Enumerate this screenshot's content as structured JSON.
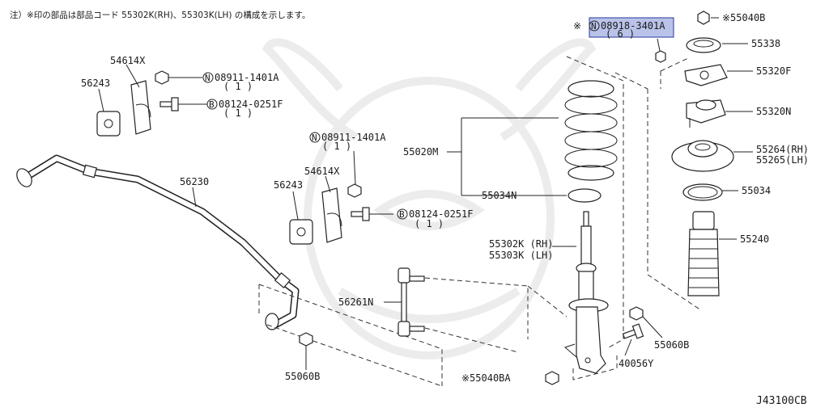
{
  "note": "注）※印の部品は部品コード 55302K(RH)、55303K(LH) の構成を示します。",
  "diagram_id": "J43100CB",
  "circle_n": "N",
  "circle_b": "B",
  "labels": {
    "p54614x_top": "54614X",
    "p08911_top": "08911-1401A",
    "p08911_top_qty": "( 1 )",
    "p56243_top": "56243",
    "p08124_top": "08124-0251F",
    "p08124_top_qty": "( 1 )",
    "p56230": "56230",
    "p08911_mid": "08911-1401A",
    "p08911_mid_qty": "( 1 )",
    "p54614x_mid": "54614X",
    "p56243_mid": "56243",
    "p08124_mid": "08124-0251F",
    "p08124_mid_qty": "( 1 )",
    "p56261n": "56261N",
    "p55060b_left": "55060B",
    "p55020m": "55020M",
    "p55034n": "55034N",
    "p55302k": "55302K (RH)",
    "p55303k": "55303K (LH)",
    "p55040ba": "※55040BA",
    "p40056y": "40056Y",
    "p55060b_right": "55060B",
    "p08918_mark": "※",
    "p08918": "08918-3401A",
    "p08918_qty": "( 6 )",
    "p55040b": "※55040B",
    "p55338": "55338",
    "p55320f": "55320F",
    "p55320n": "55320N",
    "p55264": "55264(RH)",
    "p55265": "55265(LH)",
    "p55034": "55034",
    "p55240": "55240"
  },
  "highlight_color": "#b9c3e9"
}
